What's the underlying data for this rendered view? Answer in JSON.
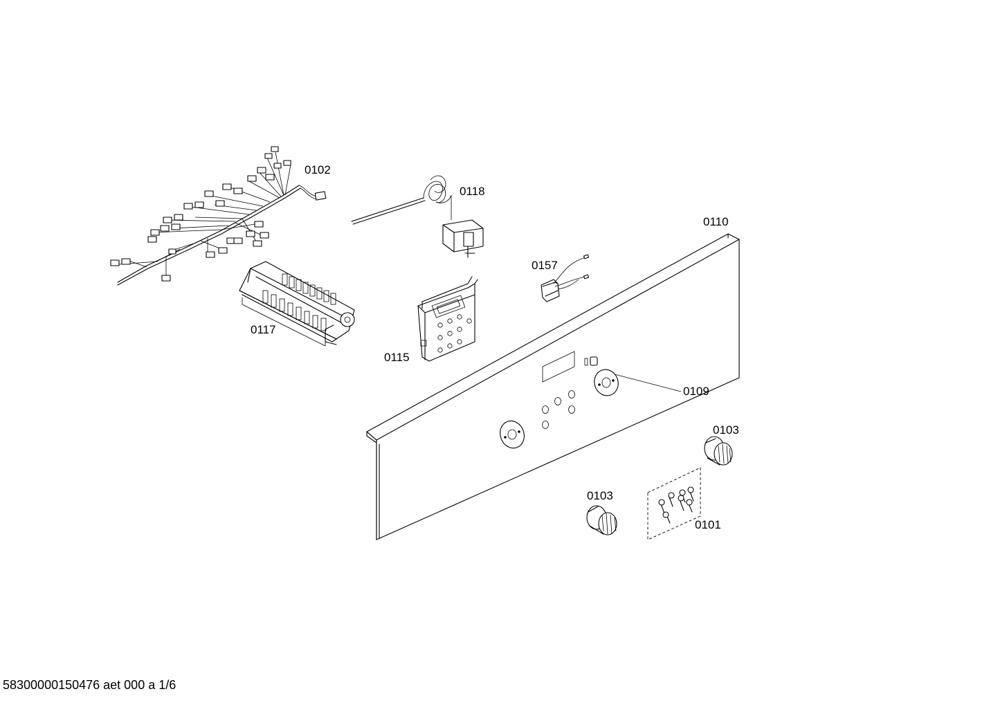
{
  "footer": {
    "text": "58300000150476 aet 000 a 1/6"
  },
  "parts": {
    "wiring_harness": "0102",
    "thermostat": "0118",
    "control_panel": "0110",
    "switch": "0157",
    "selector_switch": "0117",
    "timer_module": "0115",
    "bezel": "0109",
    "knob_right": "0103",
    "knob_left": "0103",
    "screws": "0101"
  }
}
